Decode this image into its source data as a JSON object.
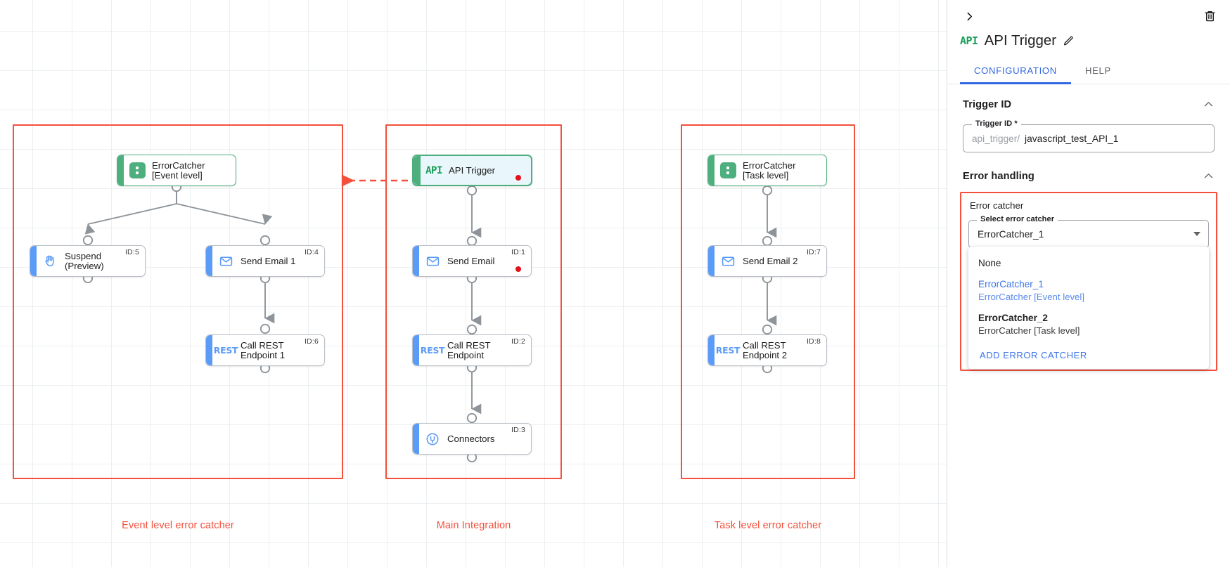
{
  "canvas": {
    "groups": [
      {
        "id": "event-level",
        "label": "Event level error catcher"
      },
      {
        "id": "main-integration",
        "label": "Main Integration"
      },
      {
        "id": "task-level",
        "label": "Task level error catcher"
      }
    ],
    "nodes": [
      {
        "key": "errorcatcher_event",
        "label": "ErrorCatcher\n[Event level]",
        "icon": "error-catcher-icon",
        "id_label": "",
        "status": ""
      },
      {
        "key": "suspend_preview",
        "label": "Suspend\n(Preview)",
        "icon": "hand-icon",
        "id_label": "ID:5",
        "status": ""
      },
      {
        "key": "send_email_1",
        "label": "Send Email 1",
        "icon": "envelope-icon",
        "id_label": "ID:4",
        "status": ""
      },
      {
        "key": "call_rest_1",
        "label": "Call REST\nEndpoint 1",
        "icon": "rest-icon",
        "id_label": "ID:6",
        "status": ""
      },
      {
        "key": "api_trigger",
        "label": "API Trigger",
        "icon": "api-icon",
        "id_label": "",
        "status": "error"
      },
      {
        "key": "send_email",
        "label": "Send Email",
        "icon": "envelope-icon",
        "id_label": "ID:1",
        "status": "error"
      },
      {
        "key": "call_rest",
        "label": "Call REST\nEndpoint",
        "icon": "rest-icon",
        "id_label": "ID:2",
        "status": ""
      },
      {
        "key": "connectors",
        "label": "Connectors",
        "icon": "connectors-icon",
        "id_label": "ID:3",
        "status": ""
      },
      {
        "key": "errorcatcher_task",
        "label": "ErrorCatcher\n[Task level]",
        "icon": "error-catcher-icon",
        "id_label": "",
        "status": ""
      },
      {
        "key": "send_email_2",
        "label": "Send Email 2",
        "icon": "envelope-icon",
        "id_label": "ID:7",
        "status": ""
      },
      {
        "key": "call_rest_2",
        "label": "Call REST\nEndpoint 2",
        "icon": "rest-icon",
        "id_label": "ID:8",
        "status": ""
      }
    ]
  },
  "panel": {
    "collapse_icon": "chevron-right-icon",
    "delete_icon": "trash-icon",
    "icon_badge": "API",
    "title": "API Trigger",
    "edit_icon": "pencil-icon",
    "tabs": [
      {
        "label": "CONFIGURATION",
        "active": true
      },
      {
        "label": "HELP",
        "active": false
      }
    ],
    "trigger_id_section": {
      "title": "Trigger ID",
      "collapse_icon": "chevron-up-icon",
      "field_label": "Trigger ID *",
      "field_prefix": "api_trigger/",
      "field_value": "javascript_test_API_1"
    },
    "error_handling_section": {
      "title": "Error handling",
      "collapse_icon": "chevron-up-icon",
      "error_catcher_title": "Error catcher",
      "select_label": "Select error catcher",
      "select_value": "ErrorCatcher_1",
      "dropdown": {
        "options": [
          {
            "primary": "None",
            "secondary": "",
            "style": "plain"
          },
          {
            "primary": "ErrorCatcher_1",
            "secondary": "ErrorCatcher [Event level]",
            "style": "blue"
          },
          {
            "primary": "ErrorCatcher_2",
            "secondary": "ErrorCatcher [Task level]",
            "style": "bold"
          }
        ],
        "action_label": "ADD ERROR CATCHER"
      }
    }
  },
  "colors": {
    "accent_blue": "#3367e0",
    "node_blue": "#5b9bf8",
    "node_green": "#4caf7d",
    "frame_red": "#f4503c",
    "status_red": "#e5101a"
  }
}
